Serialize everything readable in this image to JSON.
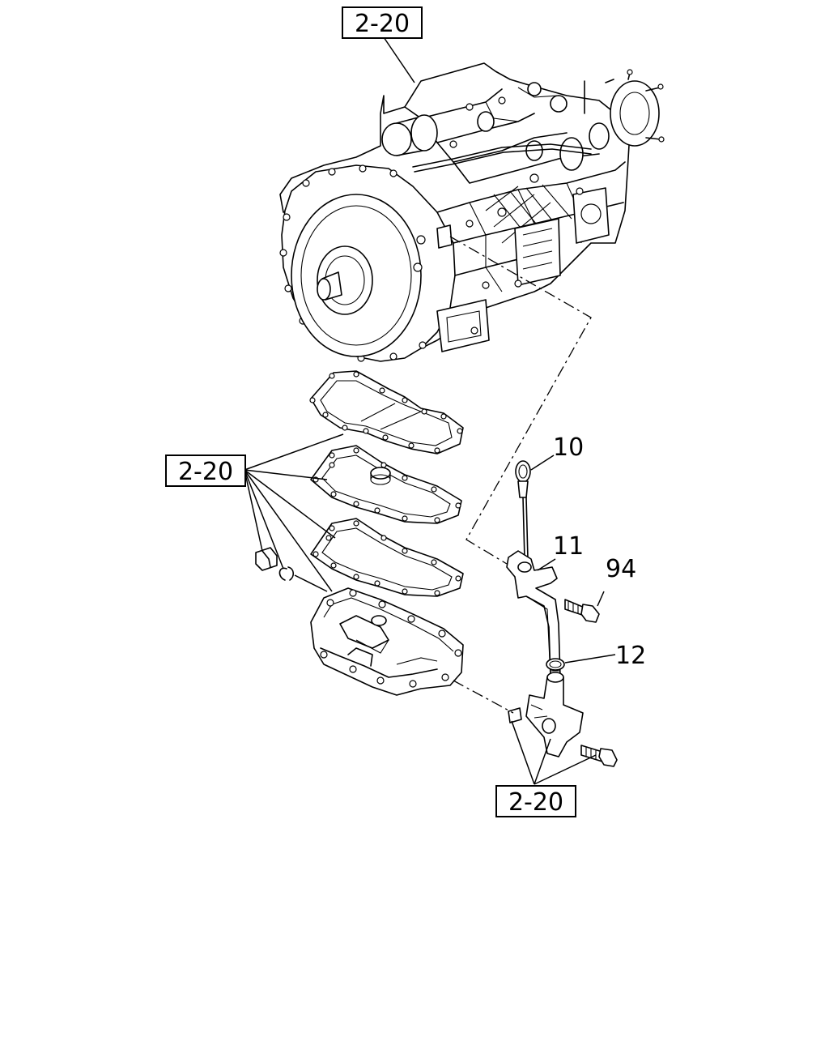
{
  "callouts": {
    "ref_top": "2-20",
    "ref_left": "2-20",
    "ref_bottom": "2-20",
    "part_10": "10",
    "part_11": "11",
    "part_94": "94",
    "part_12": "12"
  }
}
